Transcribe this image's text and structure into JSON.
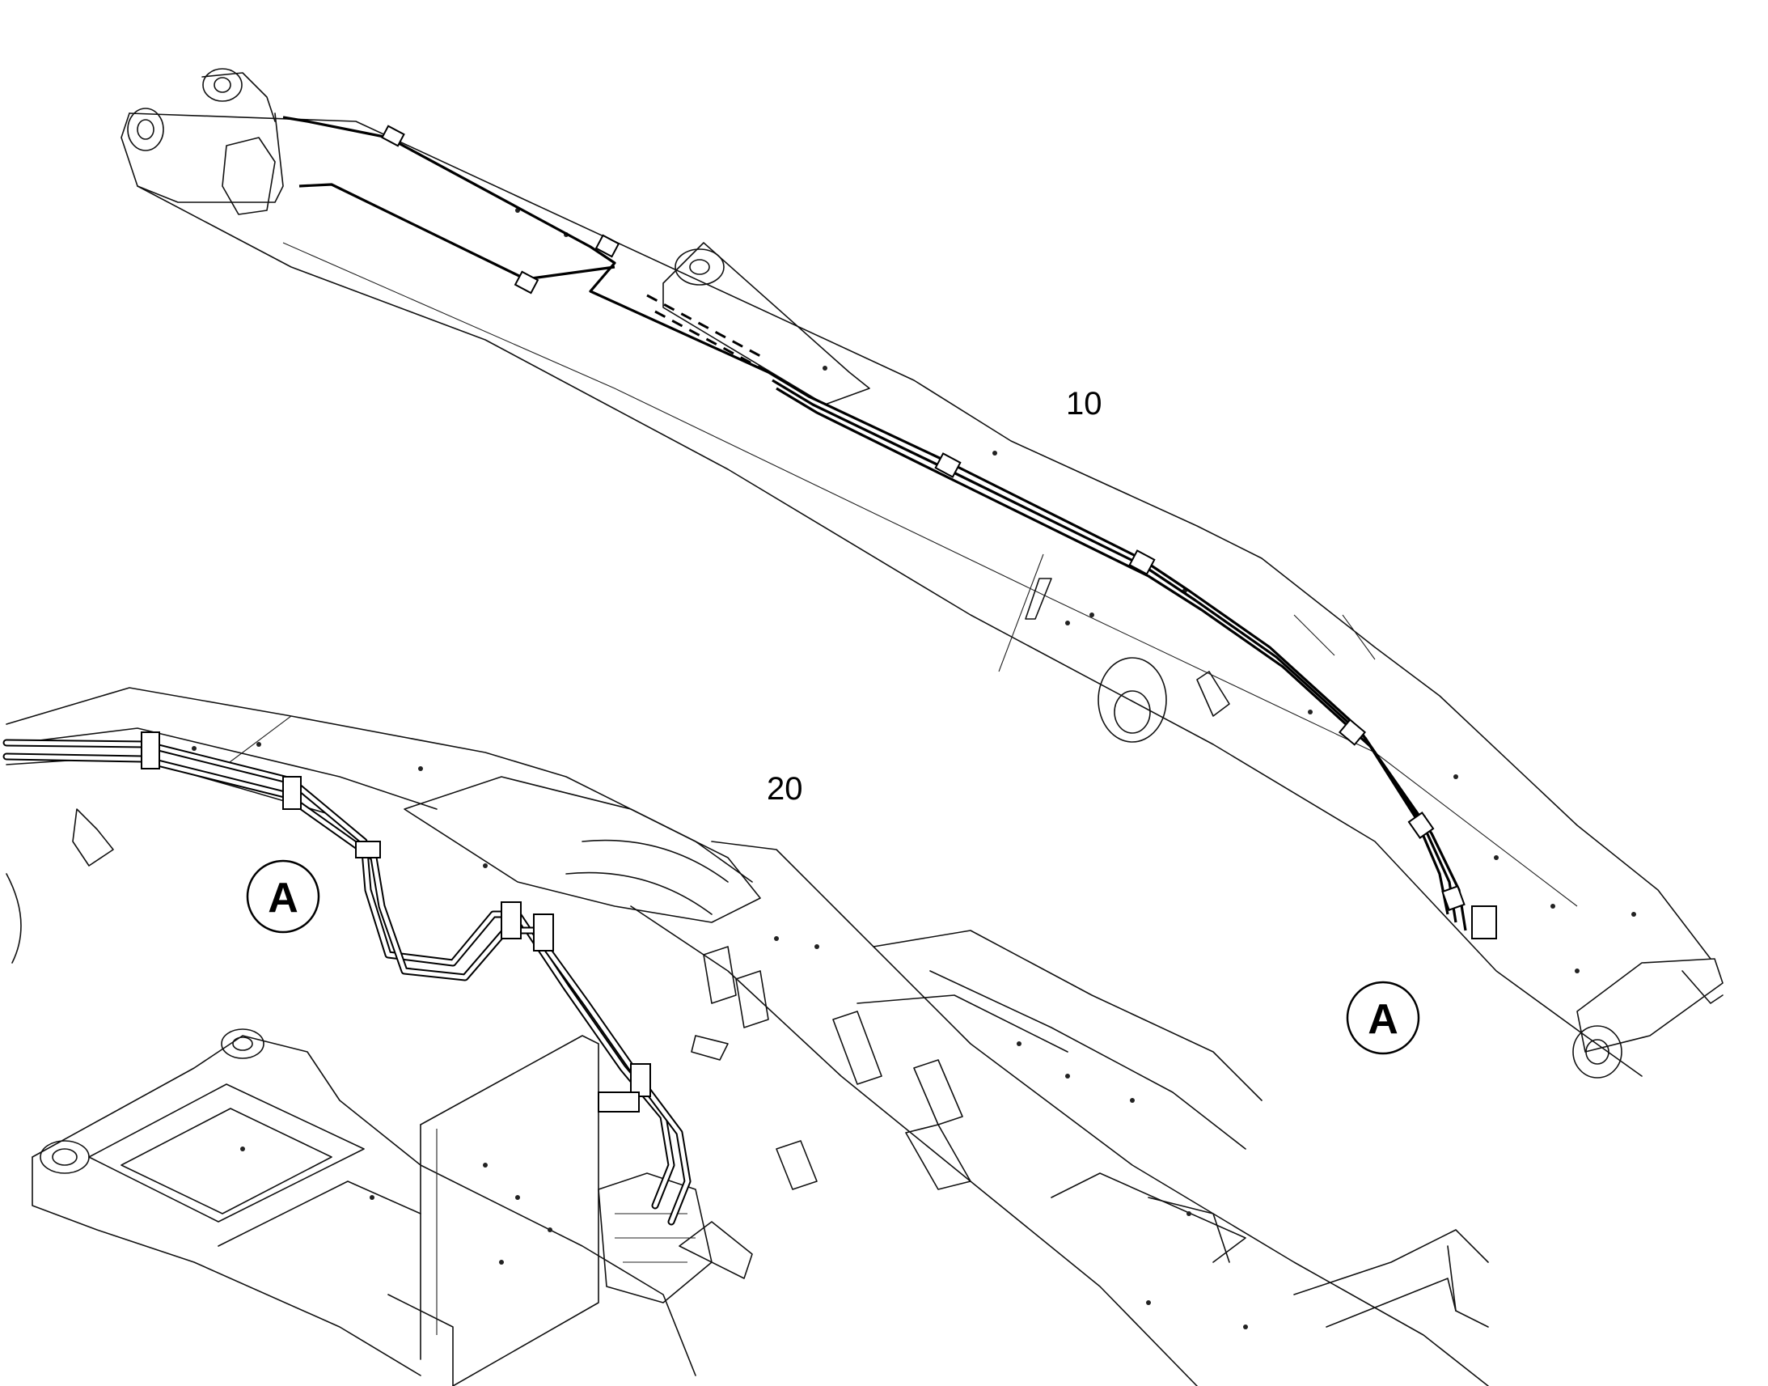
{
  "callouts": [
    {
      "id": "10",
      "label": "10"
    },
    {
      "id": "20",
      "label": "20"
    }
  ],
  "detail_markers": [
    {
      "label": "A"
    },
    {
      "label": "A"
    }
  ],
  "colors": {
    "line": "#111111",
    "background": "#ffffff"
  }
}
